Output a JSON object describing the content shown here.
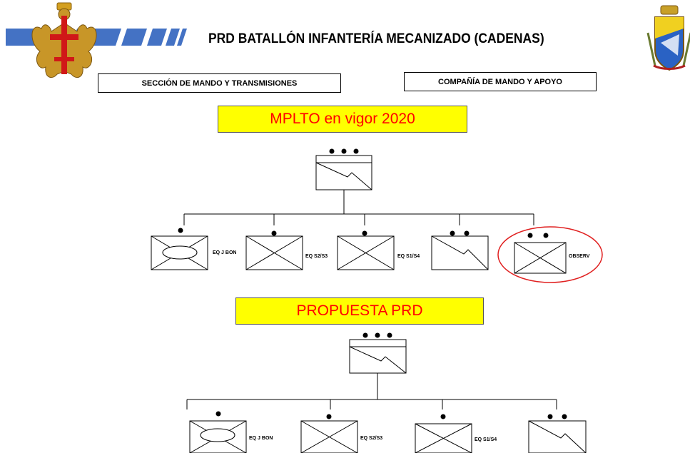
{
  "header": {
    "title": "PRD BATALLÓN INFANTERÍA MECANIZADO (CADENAS)",
    "left_emblem": "spanish-army-eagle-emblem",
    "right_emblem": "infantry-shield-emblem"
  },
  "labels": {
    "seccion": "SECCIÓN DE MANDO Y TRANSMISIONES",
    "compania": "COMPAÑÍA DE MANDO Y APOYO"
  },
  "mplto": {
    "title": "MPLTO en vigor 2020",
    "units": [
      {
        "label": "EQ J BON"
      },
      {
        "label": "EQ S2/S3"
      },
      {
        "label": "EQ S1/S4"
      },
      {
        "label": ""
      },
      {
        "label": "OBSERV"
      }
    ]
  },
  "propuesta": {
    "title": "PROPUESTA PRD",
    "units": [
      {
        "label": "EQ J BON"
      },
      {
        "label": "EQ S2/S3"
      },
      {
        "label": "EQ S1/S4"
      },
      {
        "label": ""
      }
    ]
  },
  "colors": {
    "banner_blue": "#4472c4",
    "highlight_yellow": "#ffff00",
    "title_red": "#ff0000",
    "observ_circle": "#e02020"
  }
}
